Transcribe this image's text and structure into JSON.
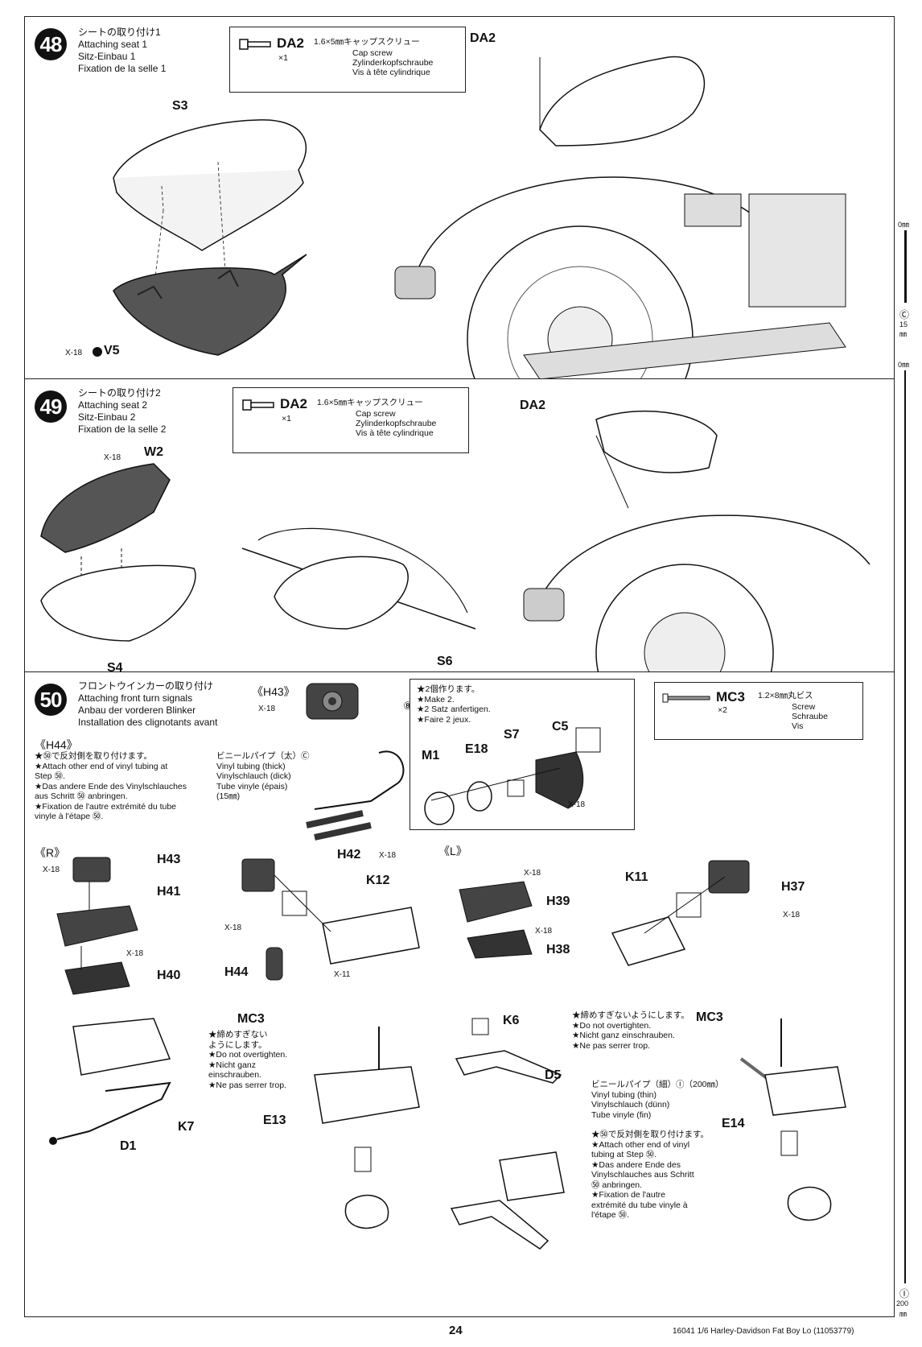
{
  "steps": [
    {
      "number": "48",
      "title_jp": "シートの取り付け1",
      "title_en": "Attaching seat 1",
      "title_de": "Sitz-Einbau 1",
      "title_fr": "Fixation de la selle 1",
      "screw": {
        "code": "DA2",
        "qty": "×1",
        "size_jp": "1.6×5㎜キャップスクリュー",
        "en": "Cap screw",
        "de": "Zylinderkopfschraube",
        "fr": "Vis à tête cylindrique"
      },
      "labels": {
        "s3": "S3",
        "v5": "V5",
        "x18": "X-18",
        "da2": "DA2"
      }
    },
    {
      "number": "49",
      "title_jp": "シートの取り付け2",
      "title_en": "Attaching seat 2",
      "title_de": "Sitz-Einbau 2",
      "title_fr": "Fixation de la selle 2",
      "screw": {
        "code": "DA2",
        "qty": "×1",
        "size_jp": "1.6×5㎜キャップスクリュー",
        "en": "Cap screw",
        "de": "Zylinderkopfschraube",
        "fr": "Vis à tête cylindrique"
      },
      "labels": {
        "w2": "W2",
        "x18": "X-18",
        "s4": "S4",
        "s6": "S6",
        "da2": "DA2"
      }
    },
    {
      "number": "50",
      "title_jp": "フロントウインカーの取り付け",
      "title_en": "Attaching front turn signals",
      "title_de": "Anbau der vorderen Blinker",
      "title_fr": "Installation des clignotants avant",
      "h43_label": "《H43》",
      "h44_label": "《H44》",
      "h43_x18": "X-18",
      "h43_ref": "⑧",
      "h44_note": [
        "★㊿で反対側を取り付けます。",
        "★Attach other end of vinyl tubing at",
        "Step ㊿.",
        "★Das andere Ende des Vinylschlauches",
        "aus Schritt ㊿ anbringen.",
        "★Fixation de l'autre extrémité du tube",
        "vinyle à l'étape ㊿."
      ],
      "tubing_thick": [
        "ビニールパイプ（太）Ⓒ",
        "Vinyl tubing (thick)",
        "Vinylschlauch (dick)",
        "Tube vinyle (épais)",
        "(15㎜)"
      ],
      "make2": [
        "★2個作ります。",
        "★Make 2.",
        "★2 Satz anfertigen.",
        "★Faire 2 jeux."
      ],
      "signal_labels": {
        "m1": "M1",
        "e18": "E18",
        "s7": "S7",
        "c5": "C5",
        "x18": "X-18"
      },
      "screw": {
        "code": "MC3",
        "qty": "×2",
        "size_jp": "1.2×8㎜丸ビス",
        "en": "Screw",
        "de": "Schraube",
        "fr": "Vis"
      },
      "right_label": "《R》",
      "left_label": "《L》",
      "r_labels": {
        "h43": "H43",
        "h41": "H41",
        "h40": "H40",
        "x18a": "X-18",
        "x18b": "X-18",
        "h42": "H42",
        "x18c": "X-18",
        "k12": "K12",
        "x18d": "X-18",
        "h44": "H44",
        "x11": "X-11",
        "k7": "K7",
        "d1": "D1",
        "mc3": "MC3",
        "e13": "E13"
      },
      "l_labels": {
        "x18a": "X-18",
        "h39": "H39",
        "x18b": "X-18",
        "h38": "H38",
        "k11": "K11",
        "h37": "H37",
        "x18c": "X-18",
        "k6": "K6",
        "d5": "D5",
        "mc3": "MC3",
        "e14": "E14"
      },
      "no_overtighten_r": [
        "★締めすぎない",
        "ようにします。",
        "★Do not overtighten.",
        "★Nicht ganz",
        "einschrauben.",
        "★Ne pas serrer trop."
      ],
      "no_overtighten_l": [
        "★締めすぎないようにします。",
        "★Do not overtighten.",
        "★Nicht ganz einschrauben.",
        "★Ne pas serrer trop."
      ],
      "tubing_thin": [
        "ビニールパイプ（細）Ⓘ（200㎜）",
        "Vinyl tubing (thin)",
        "Vinylschlauch (dünn)",
        "Tube vinyle (fin)"
      ],
      "attach_note_l": [
        "★㊿で反対側を取り付けます。",
        "★Attach other end of vinyl",
        "tubing at Step ㊿.",
        "★Das andere Ende des",
        "Vinylschlauches aus Schritt",
        "㊿ anbringen.",
        "★Fixation de l'autre",
        "extrémité du tube vinyle à",
        "l'étape ㊿."
      ]
    }
  ],
  "scale_top": {
    "zero": "0㎜",
    "letter": "Ⓒ",
    "length": "15",
    "unit": "㎜"
  },
  "scale_bottom": {
    "zero": "0㎜",
    "letter": "Ⓘ",
    "length": "200",
    "unit": "㎜"
  },
  "footer": {
    "page": "24",
    "product": "16041 1/6 Harley-Davidson Fat Boy Lo (11053779)"
  }
}
